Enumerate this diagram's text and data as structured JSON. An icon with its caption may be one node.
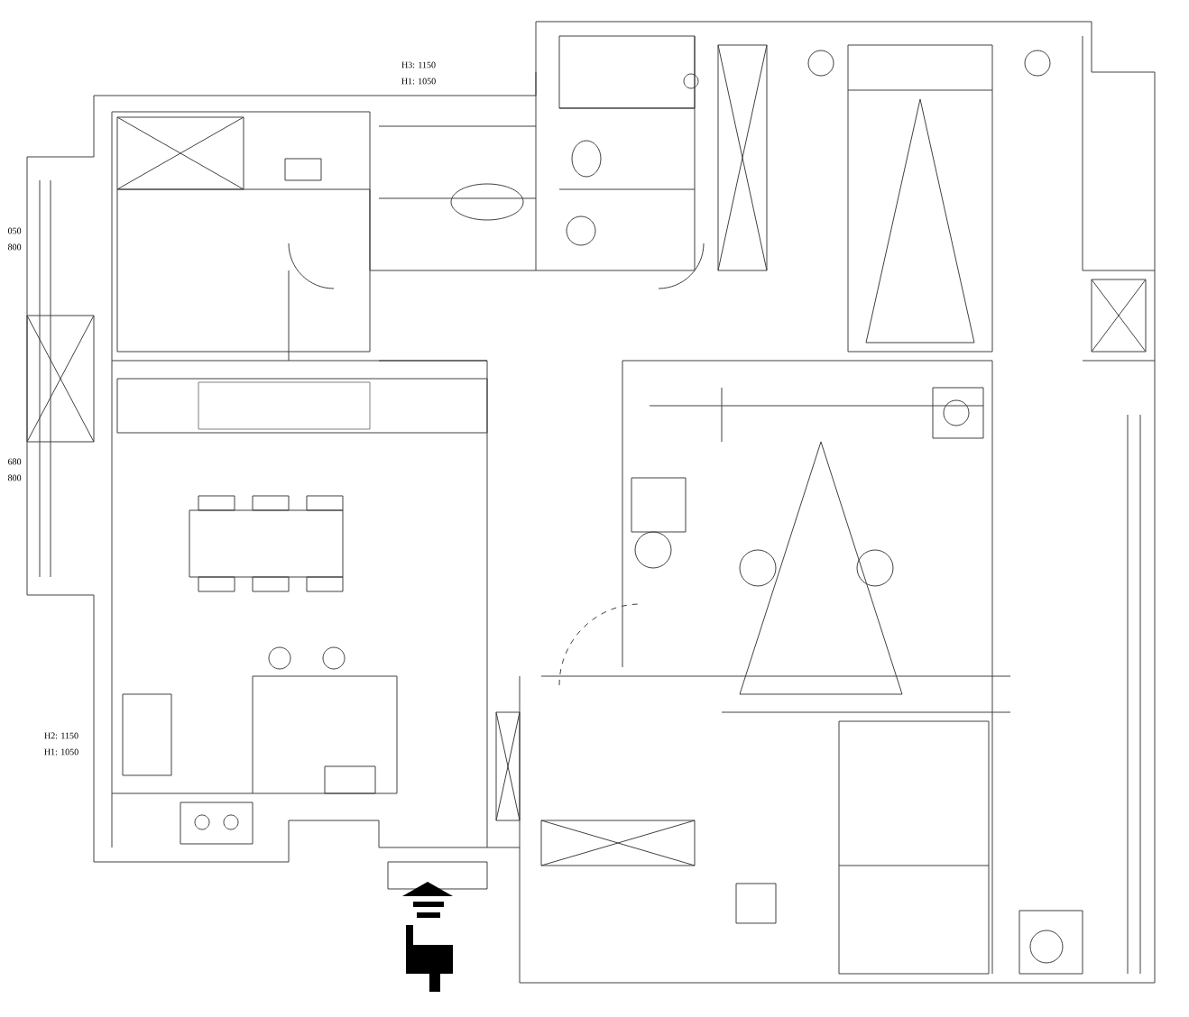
{
  "diagram": {
    "labels": [
      "H3: 1150",
      "H1: 1050",
      "050",
      "800",
      "680",
      "800",
      "H2: 1150",
      "H1: 1050"
    ]
  }
}
